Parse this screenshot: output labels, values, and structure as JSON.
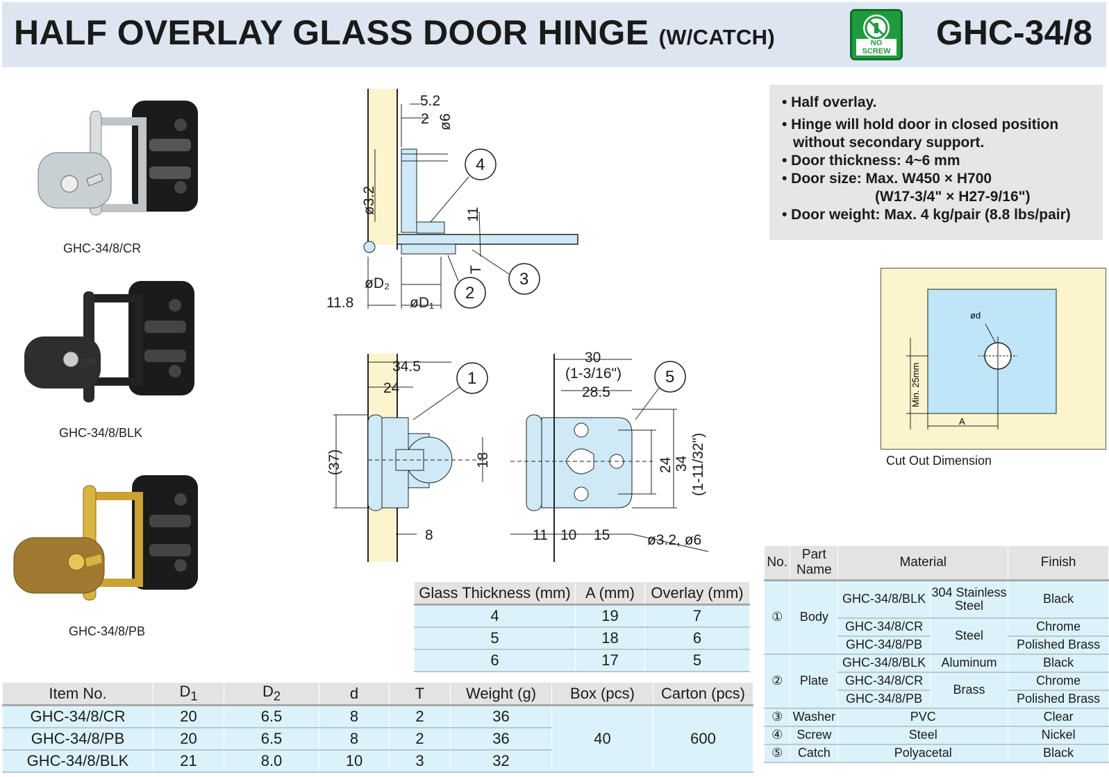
{
  "header": {
    "title": "HALF OVERLAY GLASS DOOR HINGE",
    "title_suffix": "(W/CATCH)",
    "code": "GHC-34/8",
    "badge_text": "NO SCREW"
  },
  "colors": {
    "header_bg": "#dde5f1",
    "badge_green": "#1f9a3d",
    "table_cell": "#dcf2fb",
    "table_head": "#e3e3e3",
    "door": "#fcf4cc",
    "glass": "#cfeaf6"
  },
  "photos": [
    {
      "caption": "GHC-34/8/CR",
      "finish": "chrome",
      "icon": "hinge-chrome-photo"
    },
    {
      "caption": "GHC-34/8/BLK",
      "finish": "black",
      "icon": "hinge-black-photo"
    },
    {
      "caption": "GHC-34/8/PB",
      "finish": "brass",
      "icon": "hinge-brass-photo"
    }
  ],
  "features": [
    "• Half overlay.",
    "• Hinge will hold door in closed position",
    "without secondary support.",
    "• Door thickness: 4~6 mm",
    "• Door size: Max. W450 × H700",
    "(W17-3/4\" × H27-9/16\")",
    "• Door weight: Max. 4 kg/pair (8.8 lbs/pair)"
  ],
  "drawing": {
    "side": {
      "d52": "5.2",
      "d2": "2",
      "phi6": "ø6",
      "phi32": "ø3.2",
      "d11": "11",
      "T": "T",
      "D2": "øD₂",
      "D1": "øD₁",
      "d118": "11.8",
      "c4": "4",
      "c3": "3",
      "c2": "2"
    },
    "front": {
      "d345": "34.5",
      "d24": "24",
      "d37": "(37)",
      "d18": "18",
      "d8": "8",
      "c1": "1"
    },
    "back": {
      "d30": "30",
      "d30in": "(1-3/16\")",
      "d285": "28.5",
      "d24": "24",
      "d34": "34",
      "d34in": "(1-11/32\")",
      "d11": "11",
      "d10": "10",
      "d15": "15",
      "holes": "ø3.2, ø6",
      "c5": "5"
    }
  },
  "cutout": {
    "caption": "Cut Out Dimension",
    "hole_label": "ød",
    "min_label": "Min. 25mm",
    "a_label": "A"
  },
  "glass_table": {
    "headers": [
      "Glass Thickness (mm)",
      "A (mm)",
      "Overlay (mm)"
    ],
    "rows": [
      [
        "4",
        "19",
        "7"
      ],
      [
        "5",
        "18",
        "6"
      ],
      [
        "6",
        "17",
        "5"
      ]
    ]
  },
  "item_table": {
    "headers": {
      "item": "Item No.",
      "d1": "D",
      "d1_sub": "1",
      "d2": "D",
      "d2_sub": "2",
      "d": "d",
      "t": "T",
      "weight": "Weight (g)",
      "box": "Box (pcs)",
      "carton": "Carton (pcs)"
    },
    "rows": [
      {
        "item": "GHC-34/8/CR",
        "d1": "20",
        "d2": "6.5",
        "d": "8",
        "t": "2",
        "weight": "36"
      },
      {
        "item": "GHC-34/8/PB",
        "d1": "20",
        "d2": "6.5",
        "d": "8",
        "t": "2",
        "weight": "36"
      },
      {
        "item": "GHC-34/8/BLK",
        "d1": "21",
        "d2": "8.0",
        "d": "10",
        "t": "3",
        "weight": "32"
      }
    ],
    "box": "40",
    "carton": "600"
  },
  "material_table": {
    "headers": {
      "no": "No.",
      "part": "Part Name",
      "material": "Material",
      "finish": "Finish"
    },
    "body": {
      "no": "①",
      "name": "Body",
      "r1_model": "GHC-34/8/BLK",
      "r1_mat": "304 Stainless Steel",
      "r1_fin": "Black",
      "r2_model": "GHC-34/8/CR",
      "r23_mat": "Steel",
      "r2_fin": "Chrome",
      "r3_model": "GHC-34/8/PB",
      "r3_fin": "Polished Brass"
    },
    "plate": {
      "no": "②",
      "name": "Plate",
      "r1_model": "GHC-34/8/BLK",
      "r1_mat": "Aluminum",
      "r1_fin": "Black",
      "r2_model": "GHC-34/8/CR",
      "r23_mat": "Brass",
      "r2_fin": "Chrome",
      "r3_model": "GHC-34/8/PB",
      "r3_fin": "Polished Brass"
    },
    "washer": {
      "no": "③",
      "name": "Washer",
      "mat": "PVC",
      "fin": "Clear"
    },
    "screw": {
      "no": "④",
      "name": "Screw",
      "mat": "Steel",
      "fin": "Nickel"
    },
    "catch": {
      "no": "⑤",
      "name": "Catch",
      "mat": "Polyacetal",
      "fin": "Black"
    }
  }
}
